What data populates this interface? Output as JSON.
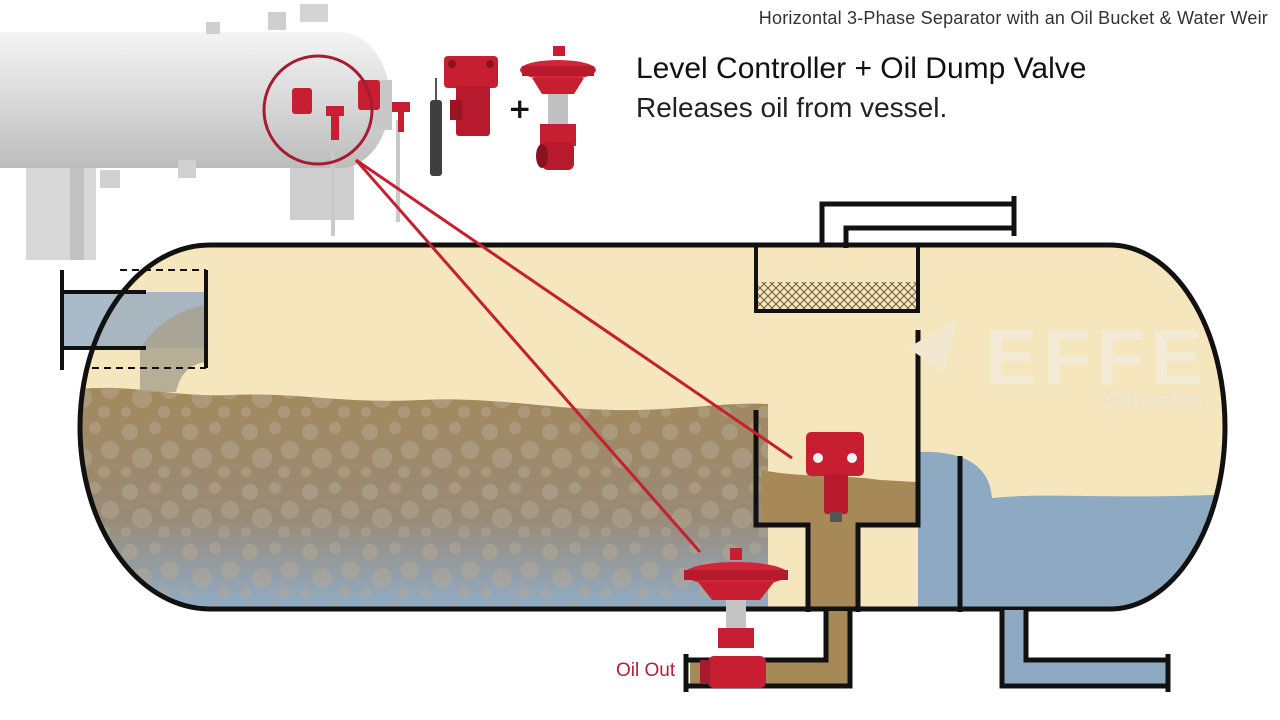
{
  "header": {
    "title": "Horizontal 3-Phase Separator with an Oil Bucket & Water Weir"
  },
  "callout": {
    "heading": "Level Controller + Oil Dump Valve",
    "subheading": "Releases oil from vessel.",
    "plus": "+"
  },
  "labels": {
    "oil_out": "Oil Out"
  },
  "watermark": {
    "text": "EFFE",
    "sub": "Animation"
  },
  "colors": {
    "gas": "#f5e6bd",
    "emulsion": "#9b8568",
    "oil": "#a78857",
    "water": "#8ea9c2",
    "controller_red": "#c81e32",
    "callout_line": "#c4202f",
    "outline": "#111111"
  }
}
